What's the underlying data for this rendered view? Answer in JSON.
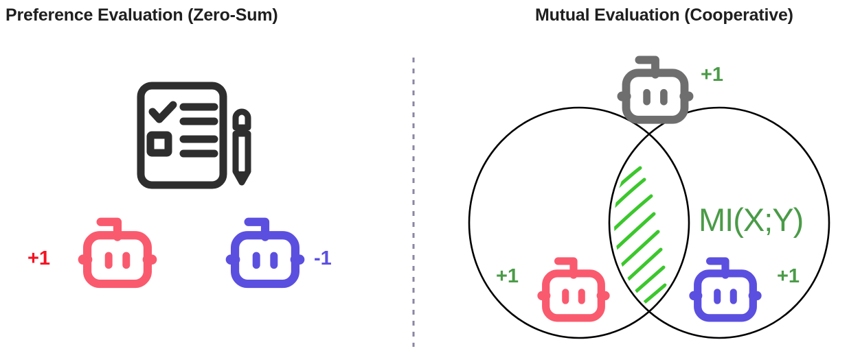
{
  "panels": {
    "left": {
      "title": "Preference Evaluation (Zero-Sum)",
      "judge_icon": "checklist-clipboard-pencil-icon",
      "agents": [
        {
          "icon": "robot-icon",
          "color": "#FA5A6E",
          "score": "+1",
          "score_color": "#F61122"
        },
        {
          "icon": "robot-icon",
          "color": "#5B4FE0",
          "score": "-1",
          "score_color": "#5B4FE0"
        }
      ]
    },
    "right": {
      "title": "Mutual Evaluation (Cooperative)",
      "overlap_label": "MI(X;Y)",
      "overlap_label_color": "#4A9B47",
      "hatch_color": "#3BC72C",
      "circle_stroke": "#000000",
      "agents": [
        {
          "icon": "robot-icon",
          "color": "#6E6E6E",
          "score": "+1",
          "score_color": "#4A9B47",
          "position": "top"
        },
        {
          "icon": "robot-icon",
          "color": "#FA5A6E",
          "score": "+1",
          "score_color": "#4A9B47",
          "position": "left-circle"
        },
        {
          "icon": "robot-icon",
          "color": "#5B4FE0",
          "score": "+1",
          "score_color": "#4A9B47",
          "position": "right-circle"
        }
      ]
    }
  },
  "divider": {
    "name": "vertical-dashed-divider",
    "color": "#8A86A3"
  },
  "colors": {
    "red_robot": "#FA5A6E",
    "blue_robot": "#5B4FE0",
    "gray_robot": "#6E6E6E",
    "dark_ink": "#333333",
    "green_text": "#4A9B47",
    "green_hatch": "#3BC72C",
    "bright_red": "#F61122"
  }
}
